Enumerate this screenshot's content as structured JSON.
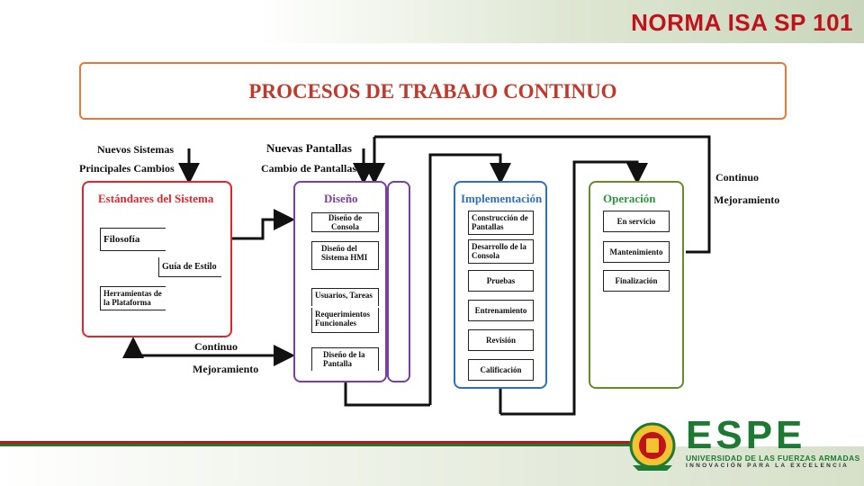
{
  "slide_title": "NORMA ISA SP 101",
  "header": "PROCESOS DE TRABAJO CONTINUO",
  "inputs": {
    "left_line1": "Nuevos Sistemas",
    "left_line2": "Principales Cambios",
    "mid_line1": "Nuevas Pantallas",
    "mid_line2": "Cambio de Pantallas",
    "right_line1": "Continuo",
    "right_line2": "Mejoramiento",
    "bottom_line1": "Continuo",
    "bottom_line2": "Mejoramiento"
  },
  "estandares": {
    "title": "Estándares del Sistema",
    "filosofia": "Filosofía",
    "guia": "Guía de Estilo",
    "herramientas": "Herramientas de la Plataforma"
  },
  "diseno": {
    "title": "Diseño",
    "items": [
      "Diseño de Consola",
      "Diseño del Sistema HMI",
      "Usuarios, Tareas",
      "Requerimientos Funcionales",
      "Diseño de la Pantalla"
    ]
  },
  "implementacion": {
    "title": "Implementación",
    "items": [
      "Construcción de Pantallas",
      "Desarrollo de la Consola",
      "Pruebas",
      "Entrenamiento",
      "Revisión",
      "Calificación"
    ]
  },
  "operacion": {
    "title": "Operación",
    "items": [
      "En servicio",
      "Mantenimiento",
      "Finalización"
    ]
  },
  "footer": {
    "brand": "ESPE",
    "university": "UNIVERSIDAD DE LAS FUERZAS ARMADAS",
    "motto": "INNOVACIÓN PARA LA EXCELENCIA"
  },
  "colors": {
    "title_red": "#c0121a",
    "header_border": "#e07b39",
    "estandares": "#e0262b",
    "diseno": "#7b3fa0",
    "implementacion": "#2f6fc2",
    "operacion": "#6a8a2a",
    "brand_green": "#1d7a33"
  }
}
